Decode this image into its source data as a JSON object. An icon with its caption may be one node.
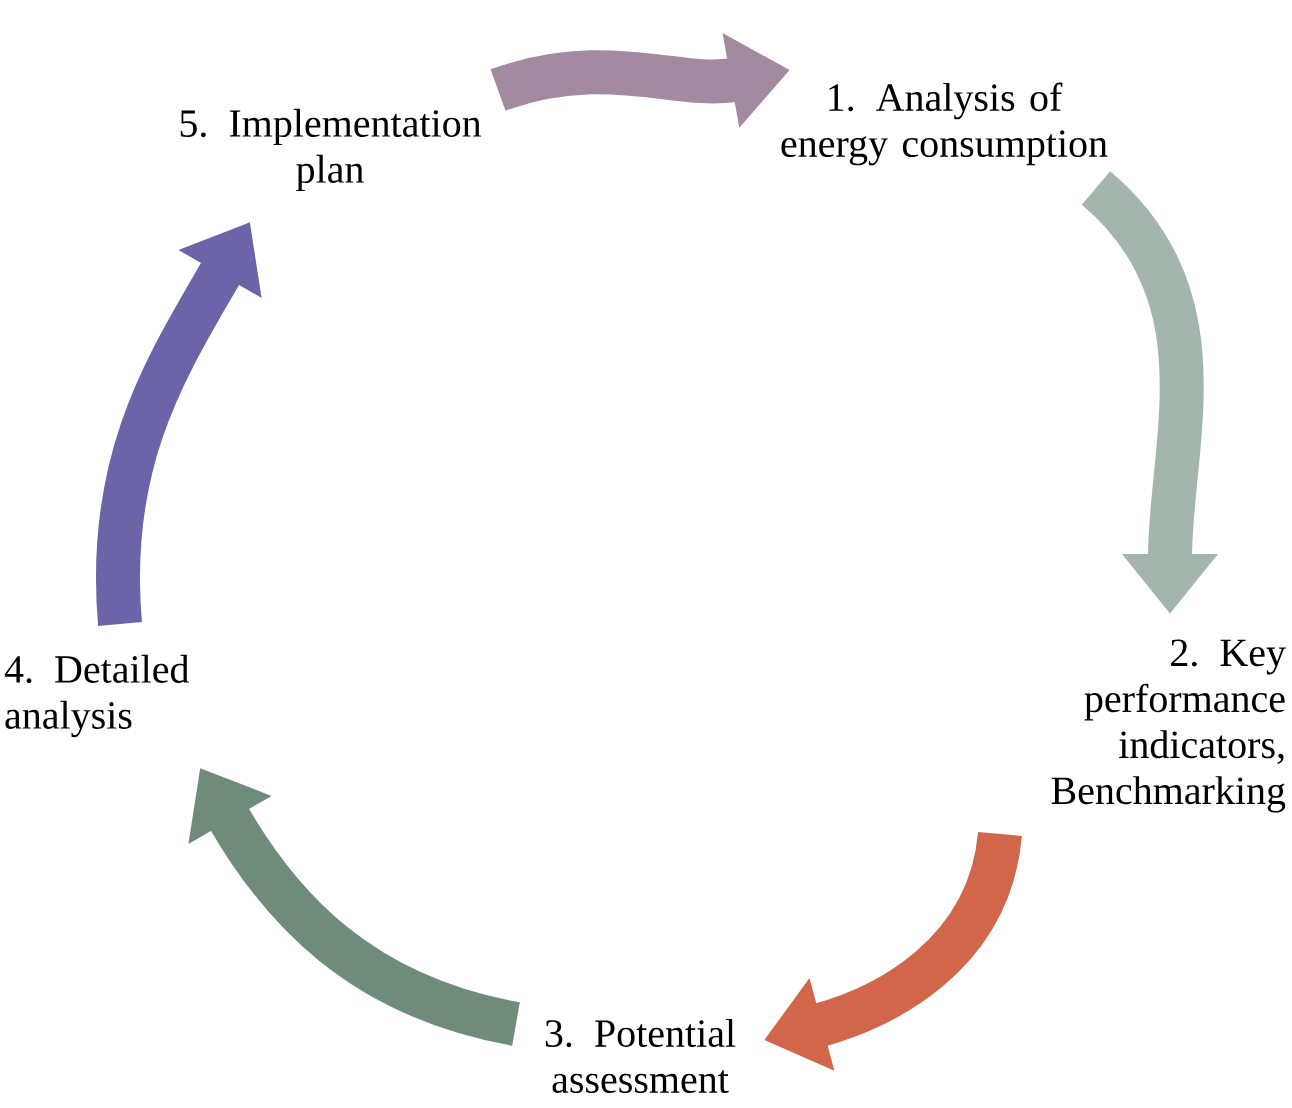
{
  "diagram": {
    "nodes": [
      {
        "text": [
          "1. Analysis of energy consumption"
        ]
      },
      {
        "text": [
          "2. Key performance indicators, Benchmarking"
        ]
      },
      {
        "text": [
          "3. Potential assessment"
        ]
      },
      {
        "text": [
          "4. Detailed analysis"
        ]
      },
      {
        "text": [
          "5. Implementation plan"
        ]
      }
    ],
    "edges": [
      {
        "from": 0,
        "to": 1,
        "arrow": "to",
        "color": "#a3b5ac"
      },
      {
        "from": 1,
        "to": 2,
        "arrow": "to",
        "color": "#d2664a"
      },
      {
        "from": 2,
        "to": 3,
        "arrow": "to",
        "color": "#6f8c7a"
      },
      {
        "from": 3,
        "to": 4,
        "arrow": "to",
        "color": "#6b64a8"
      },
      {
        "from": 4,
        "to": 0,
        "arrow": "to",
        "color": "#a48aa0"
      }
    ]
  }
}
